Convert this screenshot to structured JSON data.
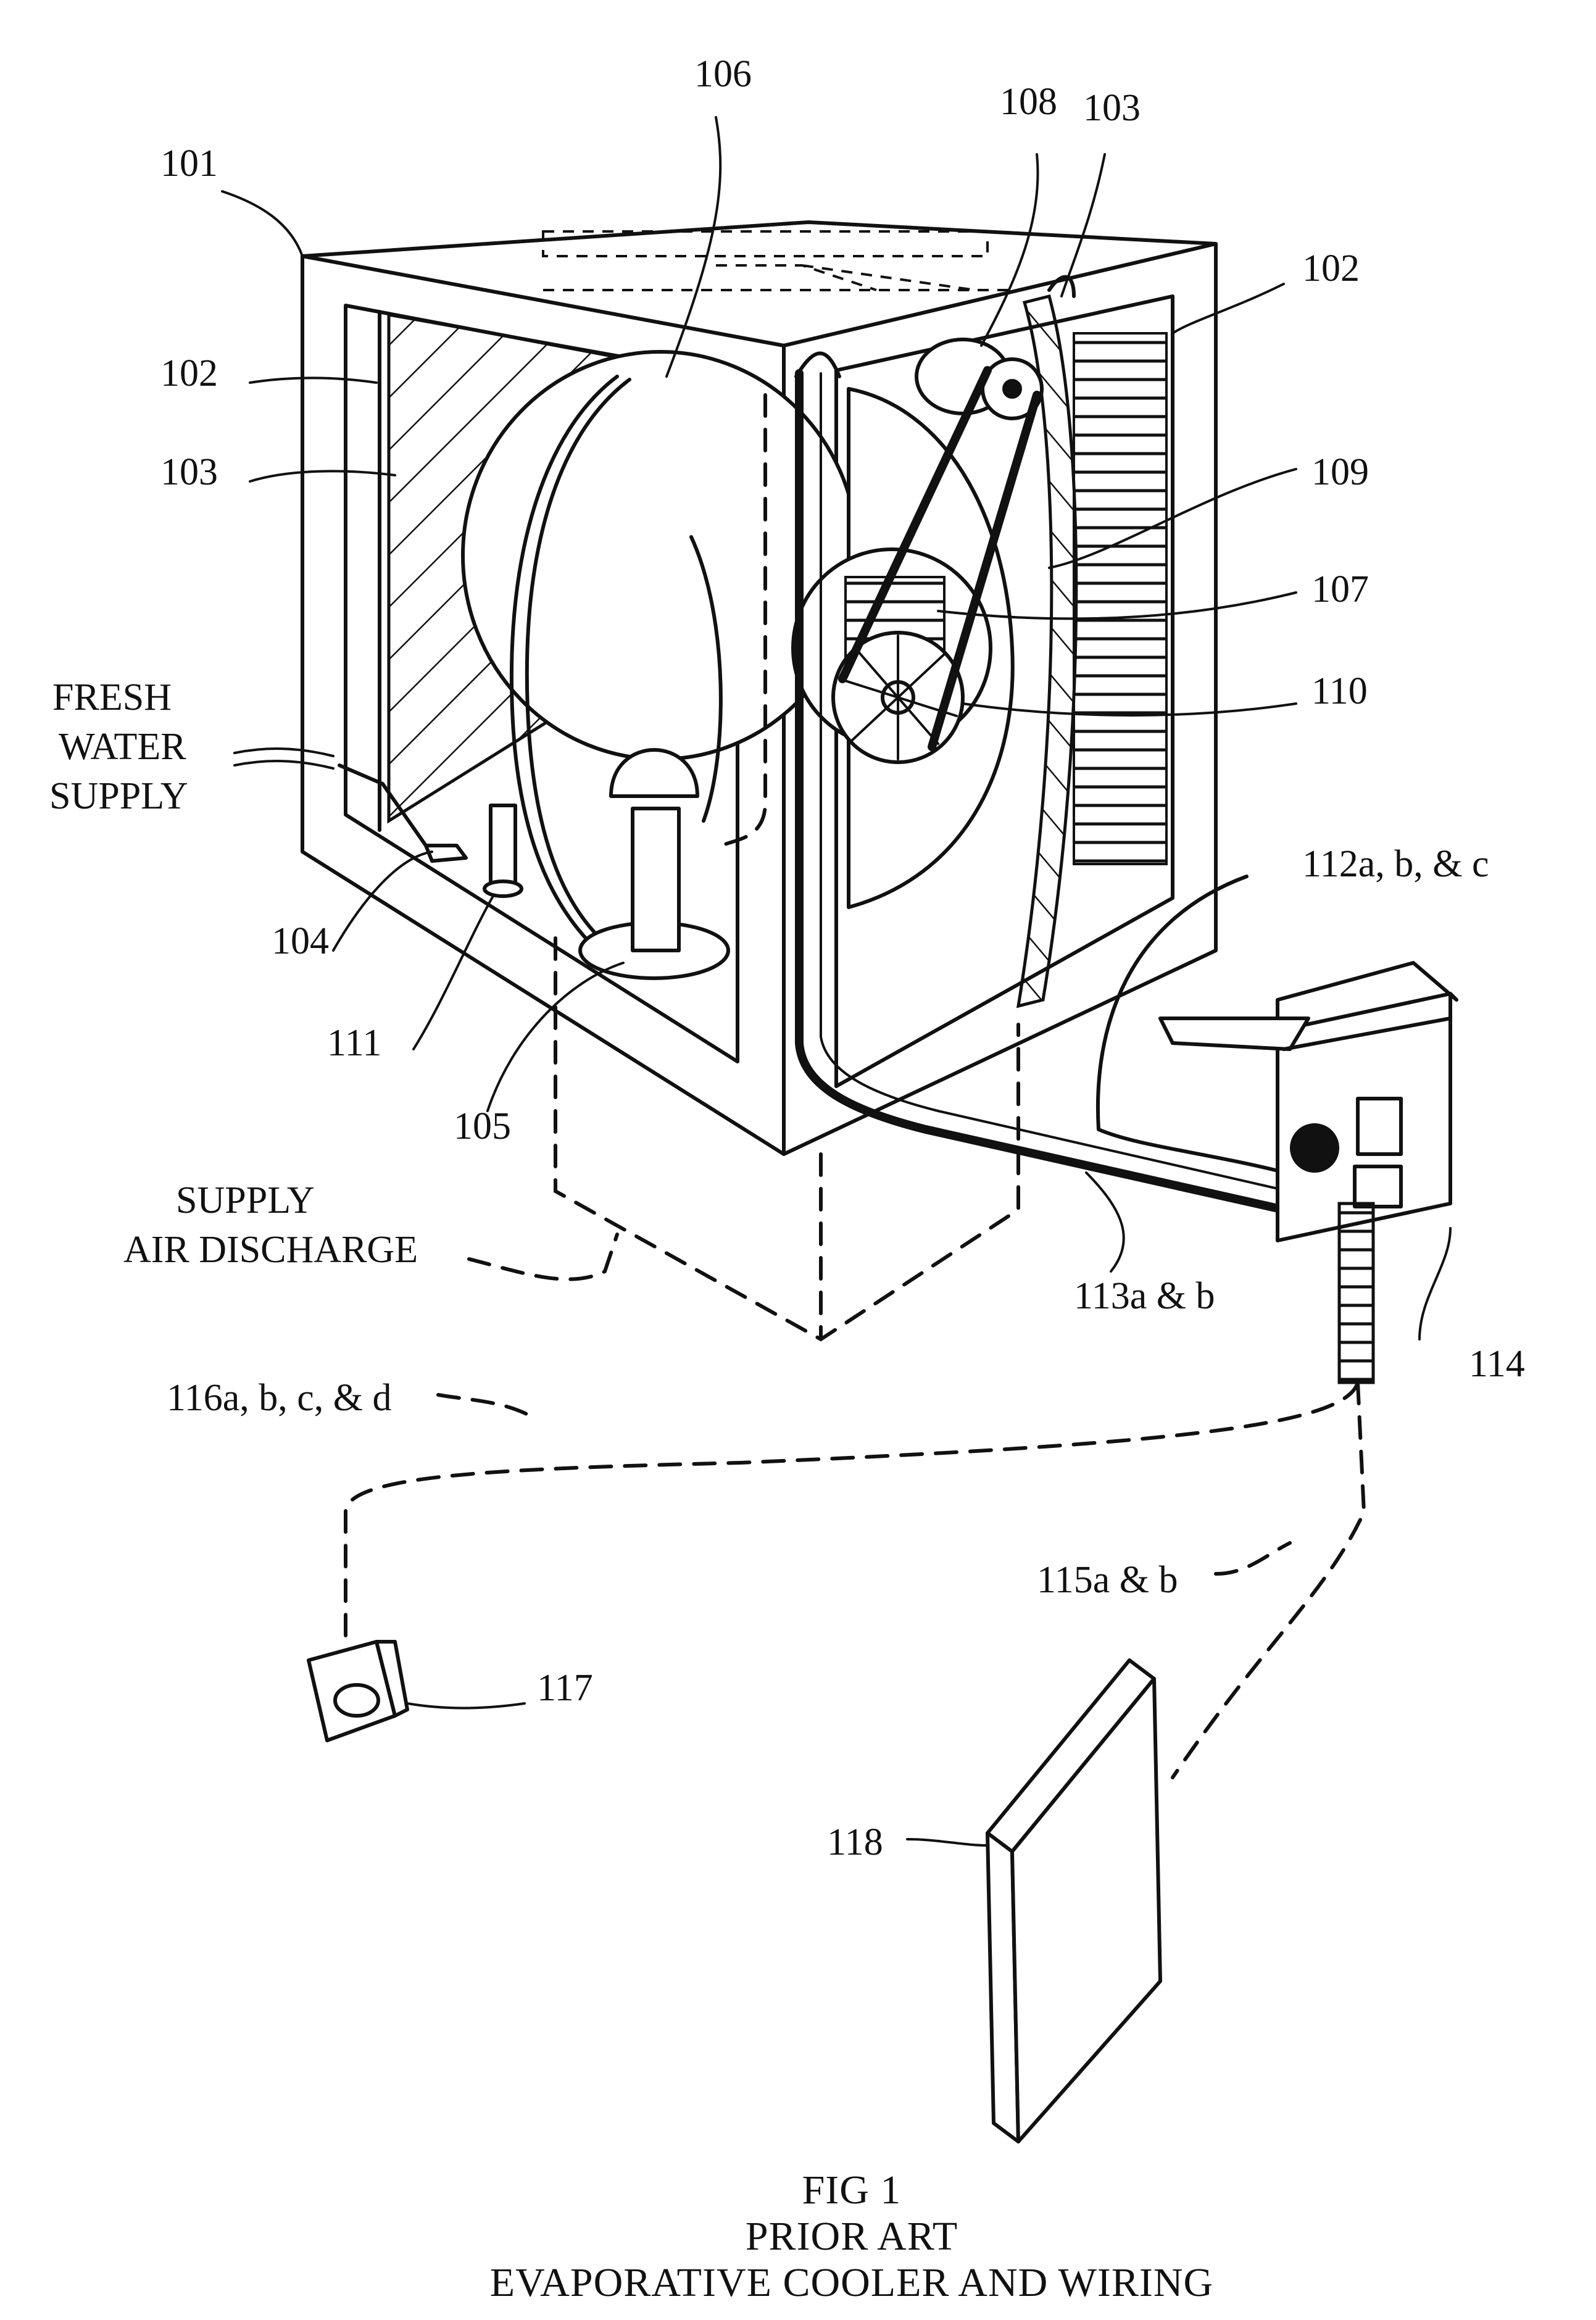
{
  "labels": {
    "l101": "101",
    "l102_left": "102",
    "l103_left": "103",
    "l106": "106",
    "l108": "108",
    "l103_right": "103",
    "l102_right": "102",
    "l109": "109",
    "l107": "107",
    "l110": "110",
    "fresh_line1": "FRESH",
    "fresh_line2": "WATER",
    "fresh_line3": "SUPPLY",
    "l104": "104",
    "l111": "111",
    "l105": "105",
    "l112": "112a, b, & c",
    "supply_line1": "SUPPLY",
    "supply_line2": "AIR DISCHARGE",
    "l113": "113a & b",
    "l114": "114",
    "l116": "116a, b, c, & d",
    "l115": "115a & b",
    "l117": "117",
    "l118": "118"
  },
  "caption": {
    "line1": "FIG 1",
    "line2": "PRIOR ART",
    "line3": "EVAPORATIVE COOLER AND WIRING"
  }
}
